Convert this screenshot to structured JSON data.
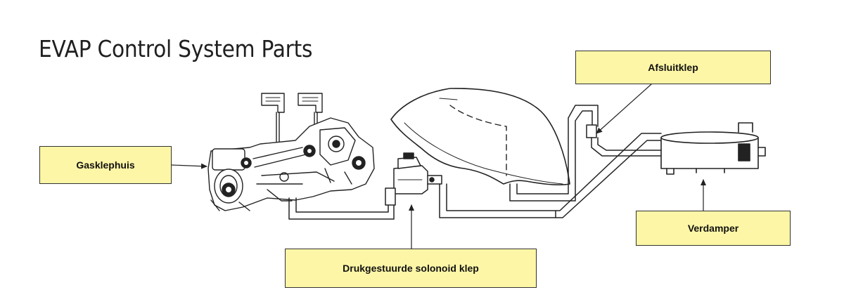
{
  "title": "EVAP Control System Parts",
  "labels": {
    "gasklephuis": "Gasklephuis",
    "afsluitklep": "Afsluitklep",
    "verdamper": "Verdamper",
    "solenoid": "Drukgestuurde solonoid klep"
  },
  "colors": {
    "label_fill": "#fdf6a6",
    "line": "#222222",
    "title": "#1f1f1f"
  }
}
